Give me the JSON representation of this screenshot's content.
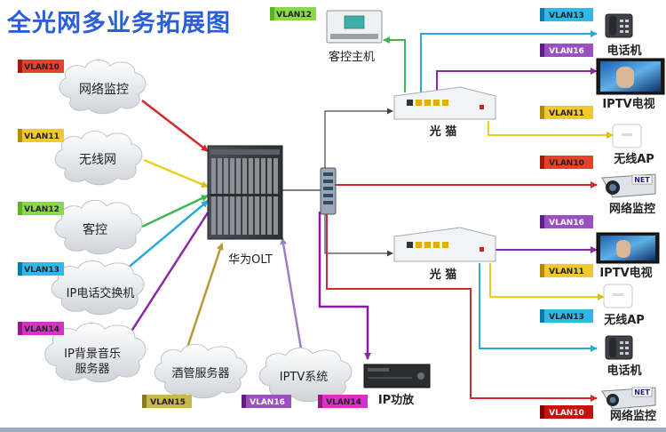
{
  "title": "全光网多业务拓展图",
  "clouds": {
    "net_monitor": "网络监控",
    "wifi": "无线网",
    "guest_control": "客控",
    "ip_phone": "IP电话交换机",
    "ip_music_l1": "IP背景音乐",
    "ip_music_l2": "服务器",
    "pms": "酒管服务器",
    "iptv": "IPTV系统"
  },
  "vlan_tags": {
    "tl12": "VLAN12",
    "left10": "VLAN10",
    "left11": "VLAN11",
    "left12": "VLAN12",
    "left13": "VLAN13",
    "left14": "VLAN14",
    "b15": "VLAN15",
    "b16": "VLAN16",
    "b14": "VLAN14",
    "r13a": "VLAN13",
    "r16a": "VLAN16",
    "r11a": "VLAN11",
    "r10a": "VLAN10",
    "r16b": "VLAN16",
    "r11b": "VLAN11",
    "r13b": "VLAN13",
    "r10b": "VLAN10"
  },
  "devices": {
    "olt": "华为OLT",
    "guest_host": "客控主机",
    "ont1": "光  猫",
    "ont2": "光  猫",
    "phone1": "电话机",
    "tv1": "IPTV电视",
    "ap1": "无线AP",
    "cam1": "网络监控",
    "tv2": "IPTV电视",
    "ap2": "无线AP",
    "phone2": "电话机",
    "cam2": "网络监控",
    "amp": "IP功放",
    "net_badge": "NET"
  },
  "colors": {
    "red": "#d42a2a",
    "yellow": "#e8d020",
    "green": "#3cb64e",
    "cyan": "#2aa8d8",
    "purple": "#8a2aa6",
    "magenta": "#c81ab0",
    "olive": "#b89a3a",
    "grey": "#555555"
  }
}
